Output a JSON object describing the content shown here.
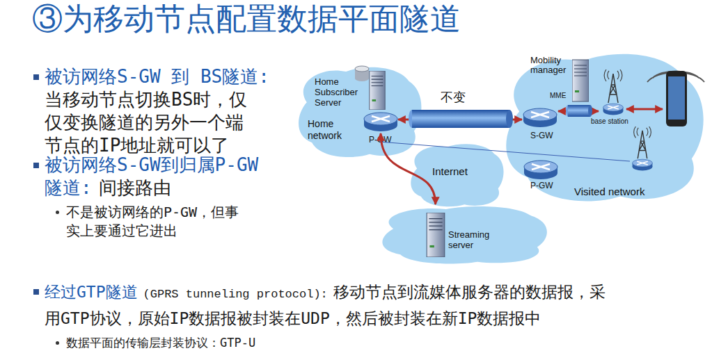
{
  "diagram": {
    "title": "③为移动节点配置数据平面隧道",
    "nodes": [
      {
        "text": [
          "Home network"
        ]
      },
      {
        "text": [
          "Home Subscriber Server"
        ],
        "in": 0
      },
      {
        "text": [
          "P-GW"
        ],
        "in": 0
      },
      {
        "text": [
          "Visited network"
        ]
      },
      {
        "text": [
          "Mobility manager",
          "MME"
        ],
        "in": 3
      },
      {
        "text": [
          "S-GW"
        ],
        "in": 3
      },
      {
        "text": [
          "base station"
        ],
        "in": 3
      },
      {
        "text": [
          "P-GW"
        ],
        "in": 3
      },
      {
        "text": [
          "Internet"
        ]
      },
      {
        "text": [
          "Streaming server"
        ]
      }
    ],
    "edges": [
      {
        "from": 2,
        "to": 5,
        "arrow": "both",
        "label": "不变"
      },
      {
        "from": 5,
        "to": 6,
        "arrow": "both"
      },
      {
        "from": 2,
        "to": 9,
        "arrow": "both"
      }
    ],
    "labels": [
      "被访网络S-GW 到 BS隧道:",
      "当移动节点切换BS时，仅 仅变换隧道的另外一个端 节点的IP地址就可以了",
      "被访网络S-GW到归属P-GW 隧道:",
      "间接路由",
      "不是被访网络的P-GW，但事 实上要通过它进出",
      "经过GTP隧道",
      "(GPRS tunneling protocol):",
      "移动节点到流媒体服务器的数据报，采 用GTP协议，原始IP数据报被封装在UDP，然后被封装在新IP数据报中",
      "数据平面的传输层封装协议：GTP-U"
    ]
  }
}
